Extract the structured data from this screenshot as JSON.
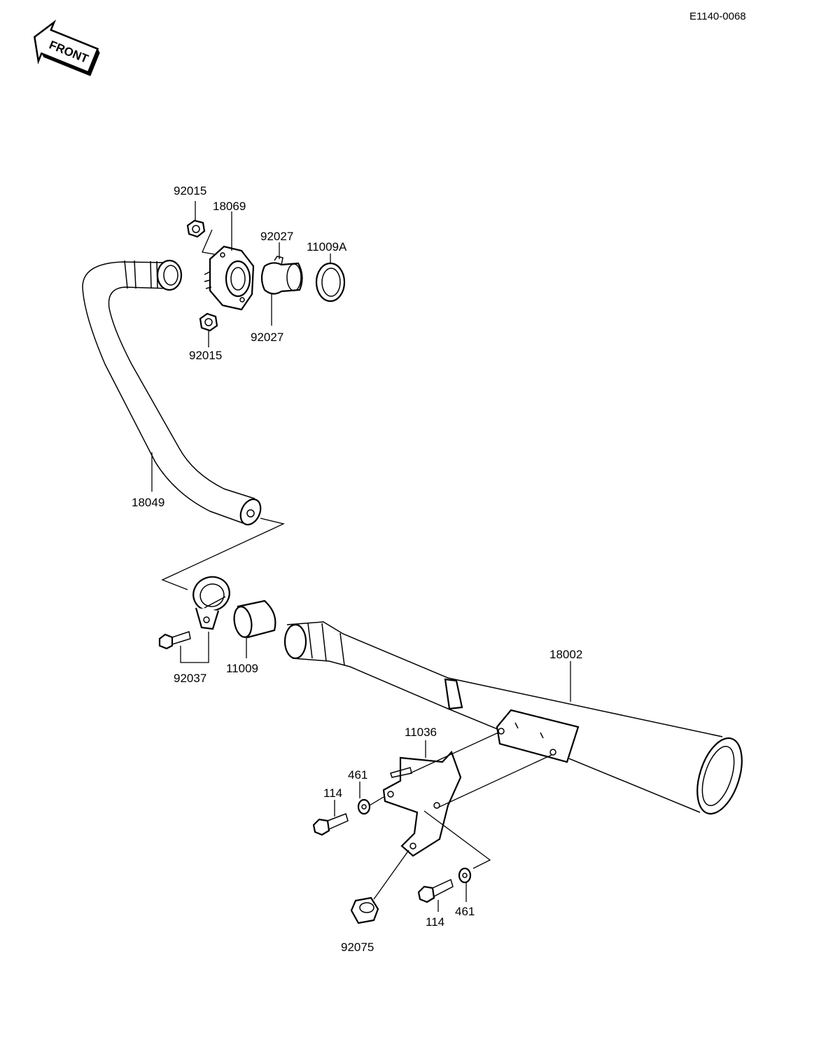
{
  "diagram_code": "E1140-0068",
  "front_arrow_label": "FRONT",
  "callouts": {
    "nut_upper": "92015",
    "flange": "18069",
    "collar_upper": "92027",
    "gasket_upper": "11009A",
    "collar_lower": "92027",
    "nut_lower": "92015",
    "exhaust_pipe": "18049",
    "clamp_bolt": "92037",
    "gasket_lower": "11009",
    "muffler": "18002",
    "bracket": "11036",
    "washer_upper": "461",
    "bolt_upper": "114",
    "bolt_lower": "114",
    "washer_lower": "461",
    "damper": "92075"
  }
}
